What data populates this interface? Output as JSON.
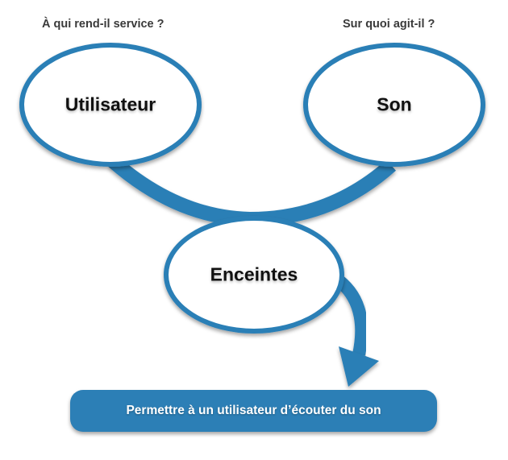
{
  "diagram": {
    "questions": {
      "left": "À qui rend-il service ?",
      "right": "Sur quoi agit-il ?"
    },
    "nodes": {
      "user": "Utilisateur",
      "sound": "Son",
      "product": "Enceintes"
    },
    "function": "Permettre à un utilisateur d’écouter du son"
  },
  "colors": {
    "accent": "#2c7fb6",
    "node_fill": "#ffffff",
    "text": "#111111"
  }
}
